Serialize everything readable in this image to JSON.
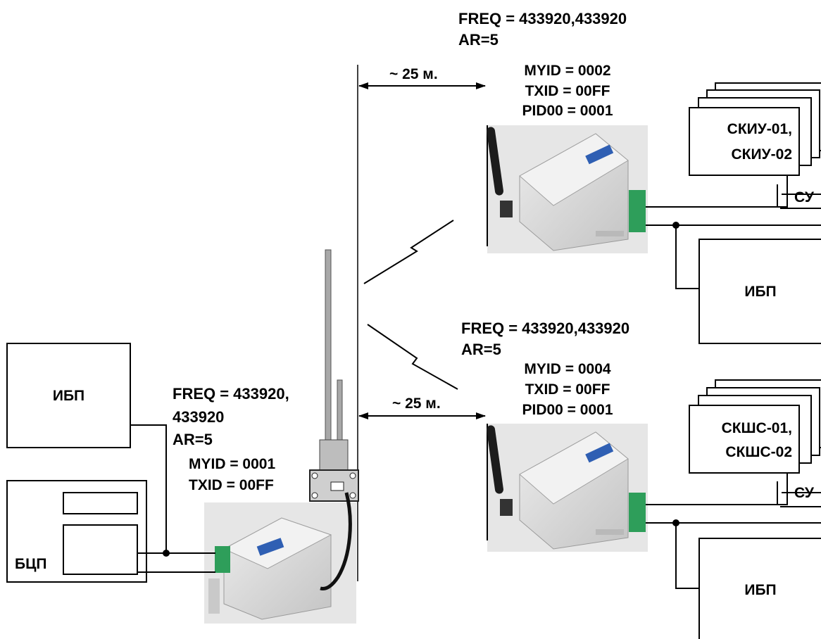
{
  "colors": {
    "line": "#000000",
    "background": "#ffffff",
    "device_body": "#dcdcdc",
    "device_shadow": "#b9b9b9",
    "terminal": "#2e9e5a",
    "antenna": "#1c1c1c",
    "display": "#2f5fb3",
    "mast": "#a8a8a8"
  },
  "icons": [
    "radio-modem-device-icon",
    "whip-antenna-icon",
    "mast-antenna-icon",
    "radio-link-icon",
    "arrow-icon"
  ],
  "top_node": {
    "freq": "FREQ = 433920,433920",
    "ar": "AR=5",
    "myid": "MYID = 0002",
    "txid": "TXID = 00FF",
    "pid": "PID00 = 0001",
    "distance": "~ 25 м."
  },
  "top_group": {
    "device_line1": "СКИУ-01,",
    "device_line2": "СКИУ-02",
    "bus": "СУ",
    "ups": "ИБП"
  },
  "bottom_node": {
    "freq": "FREQ = 433920,433920",
    "ar": "AR=5",
    "myid": "MYID = 0004",
    "txid": "TXID = 00FF",
    "pid": "PID00 = 0001",
    "distance": "~ 25 м."
  },
  "bottom_group": {
    "device_line1": "СКШС-01,",
    "device_line2": "СКШС-02",
    "bus": "СУ",
    "ups": "ИБП"
  },
  "master_node": {
    "freq_line1": "FREQ = 433920,",
    "freq_line2": "433920",
    "ar": "AR=5",
    "myid": "MYID = 0001",
    "txid": "TXID = 00FF",
    "ups": "ИБП",
    "panel": "БЦП"
  }
}
